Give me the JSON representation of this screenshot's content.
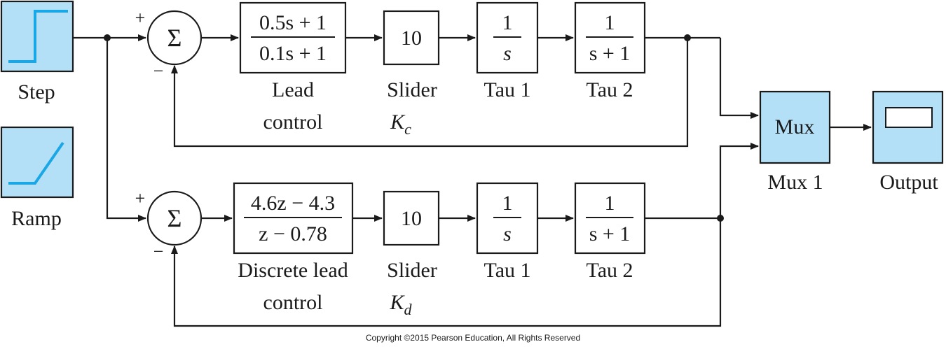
{
  "diagram": {
    "sources": {
      "step": {
        "label": "Step",
        "icon": "step-icon",
        "color": "#1aa7e6"
      },
      "ramp": {
        "label": "Ramp",
        "icon": "ramp-icon",
        "color": "#1aa7e6"
      }
    },
    "top_loop": {
      "sum_symbol": "Σ",
      "sum_plus": "+",
      "sum_minus": "−",
      "lead": {
        "num": "0.5s + 1",
        "den": "0.1s + 1",
        "label_line1": "Lead",
        "label_line2": "control"
      },
      "slider": {
        "gain": "10",
        "label": "Slider",
        "k_base": "K",
        "k_sub": "c"
      },
      "tau1": {
        "num": "1",
        "den": "s",
        "label": "Tau 1"
      },
      "tau2": {
        "num": "1",
        "den": "s + 1",
        "label": "Tau 2"
      }
    },
    "bottom_loop": {
      "sum_symbol": "Σ",
      "sum_plus": "+",
      "sum_minus": "−",
      "lead": {
        "num": "4.6z − 4.3",
        "den": "z − 0.78",
        "label_line1": "Discrete lead",
        "label_line2": "control"
      },
      "slider": {
        "gain": "10",
        "label": "Slider",
        "k_base": "K",
        "k_sub": "d"
      },
      "tau1": {
        "num": "1",
        "den": "s",
        "label": "Tau 1"
      },
      "tau2": {
        "num": "1",
        "den": "s + 1",
        "label": "Tau 2"
      }
    },
    "mux": {
      "text": "Mux",
      "label": "Mux 1"
    },
    "output": {
      "label": "Output",
      "icon": "scope-icon"
    },
    "colors": {
      "block_fill": "#b3e0f7",
      "line": "#1a1a1a"
    }
  },
  "copyright": "Copyright ©2015 Pearson Education, All Rights Reserved"
}
